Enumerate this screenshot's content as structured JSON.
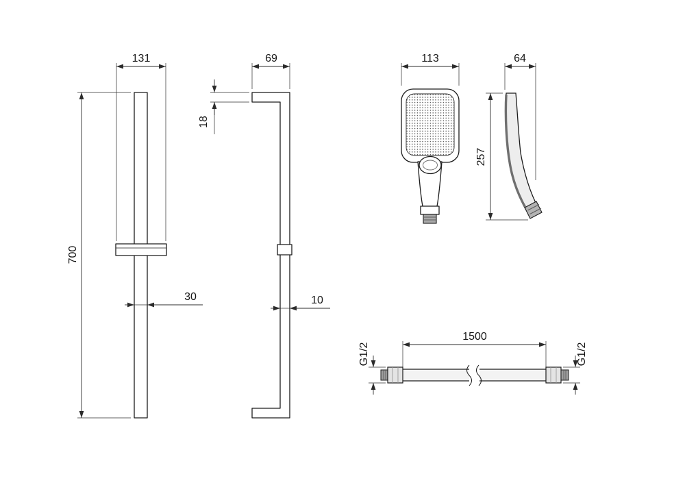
{
  "colors": {
    "background": "#ffffff",
    "line": "#1c1c1c",
    "fitting_light": "#e4e4e4",
    "fitting_dark": "#9e9e9e",
    "body_shade": "#ededed",
    "spray_dots": "#4a4a4a"
  },
  "rail_front_view": {
    "slider_width_mm": "131",
    "total_height_mm": "700",
    "bar_width_mm": "30"
  },
  "rail_side_view": {
    "total_depth_mm": "69",
    "bracket_thickness_mm": "18",
    "bar_depth_mm": "10"
  },
  "handshower_front_view": {
    "head_width_mm": "113"
  },
  "handshower_side_view": {
    "head_depth_mm": "64",
    "total_height_mm": "257"
  },
  "hose_view": {
    "length_mm": "1500",
    "left_thread_label": "G1/2",
    "right_thread_label": "G1/2"
  }
}
